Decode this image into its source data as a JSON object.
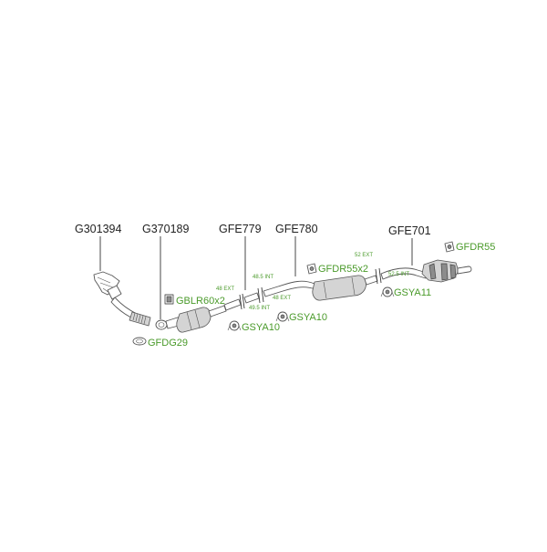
{
  "colors": {
    "accent": "#4a9a2a",
    "text": "#222222",
    "drawing": "#555555"
  },
  "parts": [
    {
      "code": "G301394"
    },
    {
      "code": "G370189"
    },
    {
      "code": "GFE779"
    },
    {
      "code": "GFE780"
    },
    {
      "code": "GFE701"
    }
  ],
  "accessories": [
    {
      "code": "GFDG29",
      "icon": "gasket-icon"
    },
    {
      "code": "GBLR60x2",
      "icon": "bolt-icon"
    },
    {
      "code": "GSYA10",
      "icon": "hanger-icon"
    },
    {
      "code": "GSYA10",
      "icon": "hanger-icon"
    },
    {
      "code": "GFDR55x2",
      "icon": "bracket-icon"
    },
    {
      "code": "GSYA11",
      "icon": "hanger-icon"
    },
    {
      "code": "GFDR55",
      "icon": "bracket-icon"
    }
  ],
  "dimensions": [
    "48 EXT",
    "49.5 INT",
    "48.5 INT",
    "48 EXT",
    "52 EXT",
    "52.5 INT"
  ]
}
